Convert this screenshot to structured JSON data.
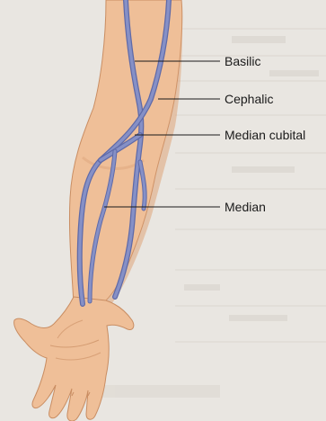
{
  "labels": {
    "basilic": "Basilic",
    "cephalic": "Cephalic",
    "median_cubital": "Median cubital",
    "median": "Median"
  },
  "colors": {
    "skin": "#efbf98",
    "skin_shadow": "#d99c72",
    "vein": "#8690c6",
    "vein_edge": "#5f6aa8",
    "background": "#e9e6e1"
  }
}
